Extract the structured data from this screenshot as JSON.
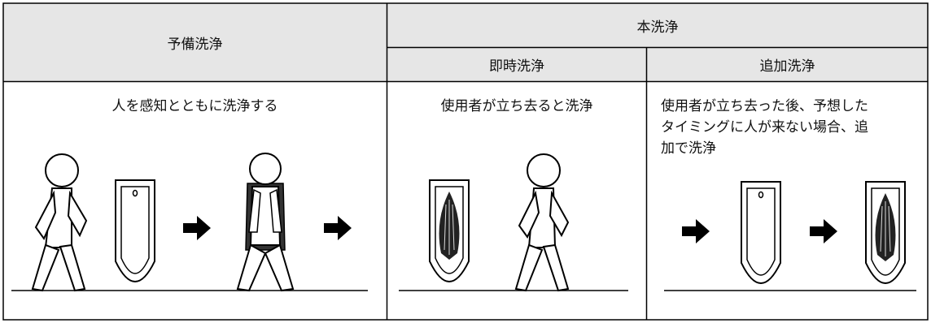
{
  "headers": {
    "preliminary": "予備洗浄",
    "main": "本洗浄",
    "immediate": "即時洗浄",
    "additional": "追加洗浄"
  },
  "descriptions": {
    "preliminary": "人を感知とともに洗浄する",
    "immediate": "使用者が立ち去ると洗浄",
    "additional_lines": [
      "使用者が立ち去った後、予想した",
      "タイミングに人が来ない場合、追",
      "加で洗浄"
    ]
  },
  "colors": {
    "header_bg": "#e6e6e6",
    "border": "#000000",
    "line": "#000000"
  },
  "icons": [
    "person-walking-icon",
    "urinal-icon",
    "arrow-right-icon",
    "person-standing-icon",
    "urinal-flushing-icon"
  ]
}
